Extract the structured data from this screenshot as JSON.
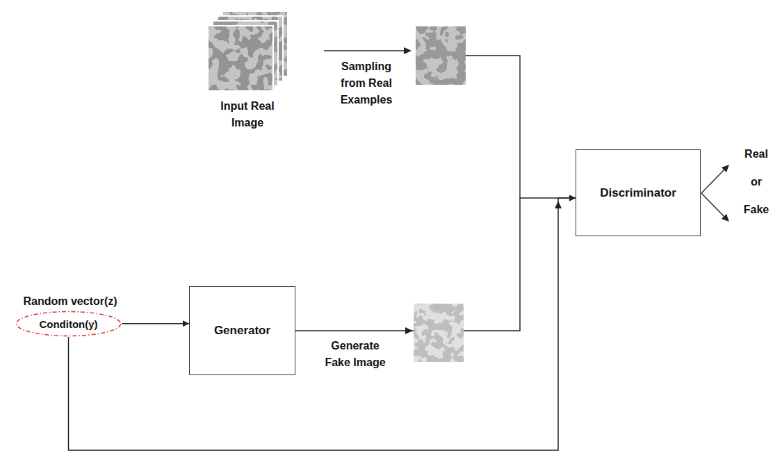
{
  "diagram": {
    "nodes": [
      {
        "text": [
          "Conditon(y)"
        ]
      },
      {
        "text": [
          "Generator"
        ]
      },
      {
        "text": [
          "Discriminator"
        ]
      }
    ],
    "edges": [
      {
        "from": 0,
        "to": 1,
        "arrow": "to"
      },
      {
        "from": 1,
        "to": 2,
        "arrow": "to",
        "label": "Generate Fake Image"
      },
      {
        "from": 0,
        "to": 2,
        "arrow": "to"
      }
    ],
    "labels": [
      "Input Real Image",
      "Sampling from Real Examples",
      "Random vector(z)",
      "Real",
      "or",
      "Fake"
    ]
  }
}
